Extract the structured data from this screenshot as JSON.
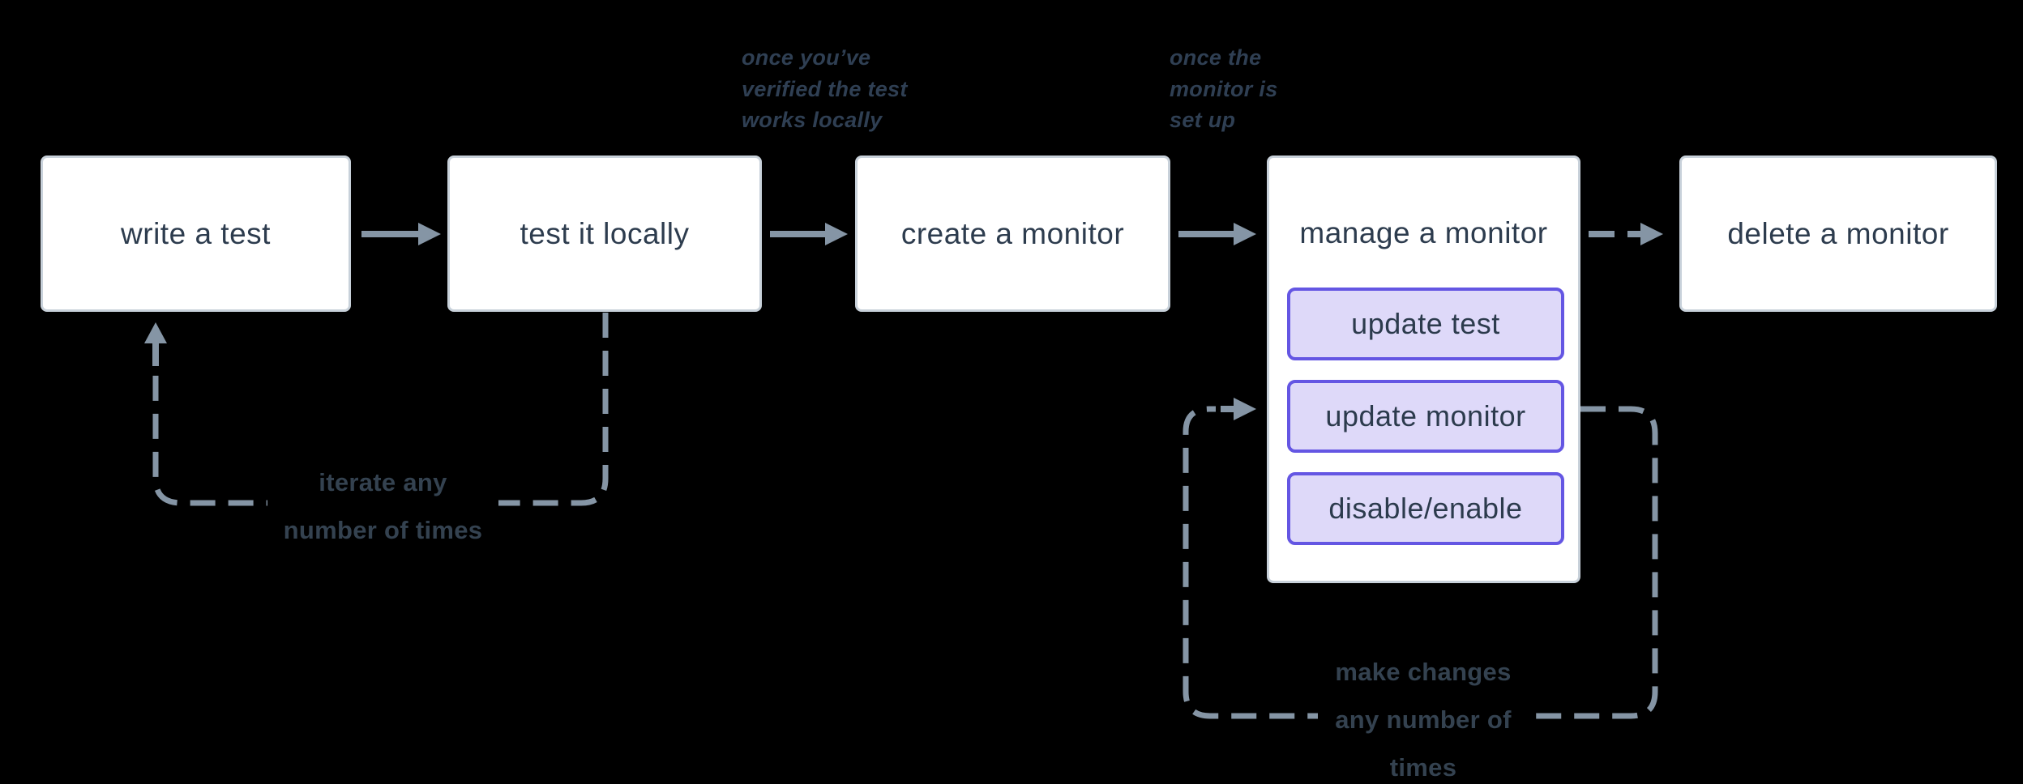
{
  "diagram_title": "monitor workflow flowchart",
  "colors": {
    "background": "#000000",
    "node_fill": "#ffffff",
    "node_border": "#c8d1da",
    "node_text": "#2d3c4e",
    "arrow_gray": "#8595a5",
    "action_button_fill": "#ded9f9",
    "action_button_border": "#6456e3",
    "note_text": "#2f3f53",
    "loop_label_text": "#344250"
  },
  "flow": {
    "boxes": [
      {
        "label": "write a test"
      },
      {
        "label": "test it locally"
      },
      {
        "label": "create a monitor"
      },
      {
        "label": "manage a monitor",
        "children": [
          {
            "label": "update test"
          },
          {
            "label": "update monitor"
          },
          {
            "label": "disable/enable"
          }
        ]
      },
      {
        "label": "delete a monitor"
      }
    ],
    "annotations": [
      {
        "text": "once you’ve\nverified the test\nworks locally"
      },
      {
        "text": "once the\nmonitor is\nset up"
      }
    ],
    "loop_labels": [
      {
        "text": "iterate any\nnumber of times"
      },
      {
        "text": "make changes\nany number of\ntimes"
      }
    ]
  }
}
